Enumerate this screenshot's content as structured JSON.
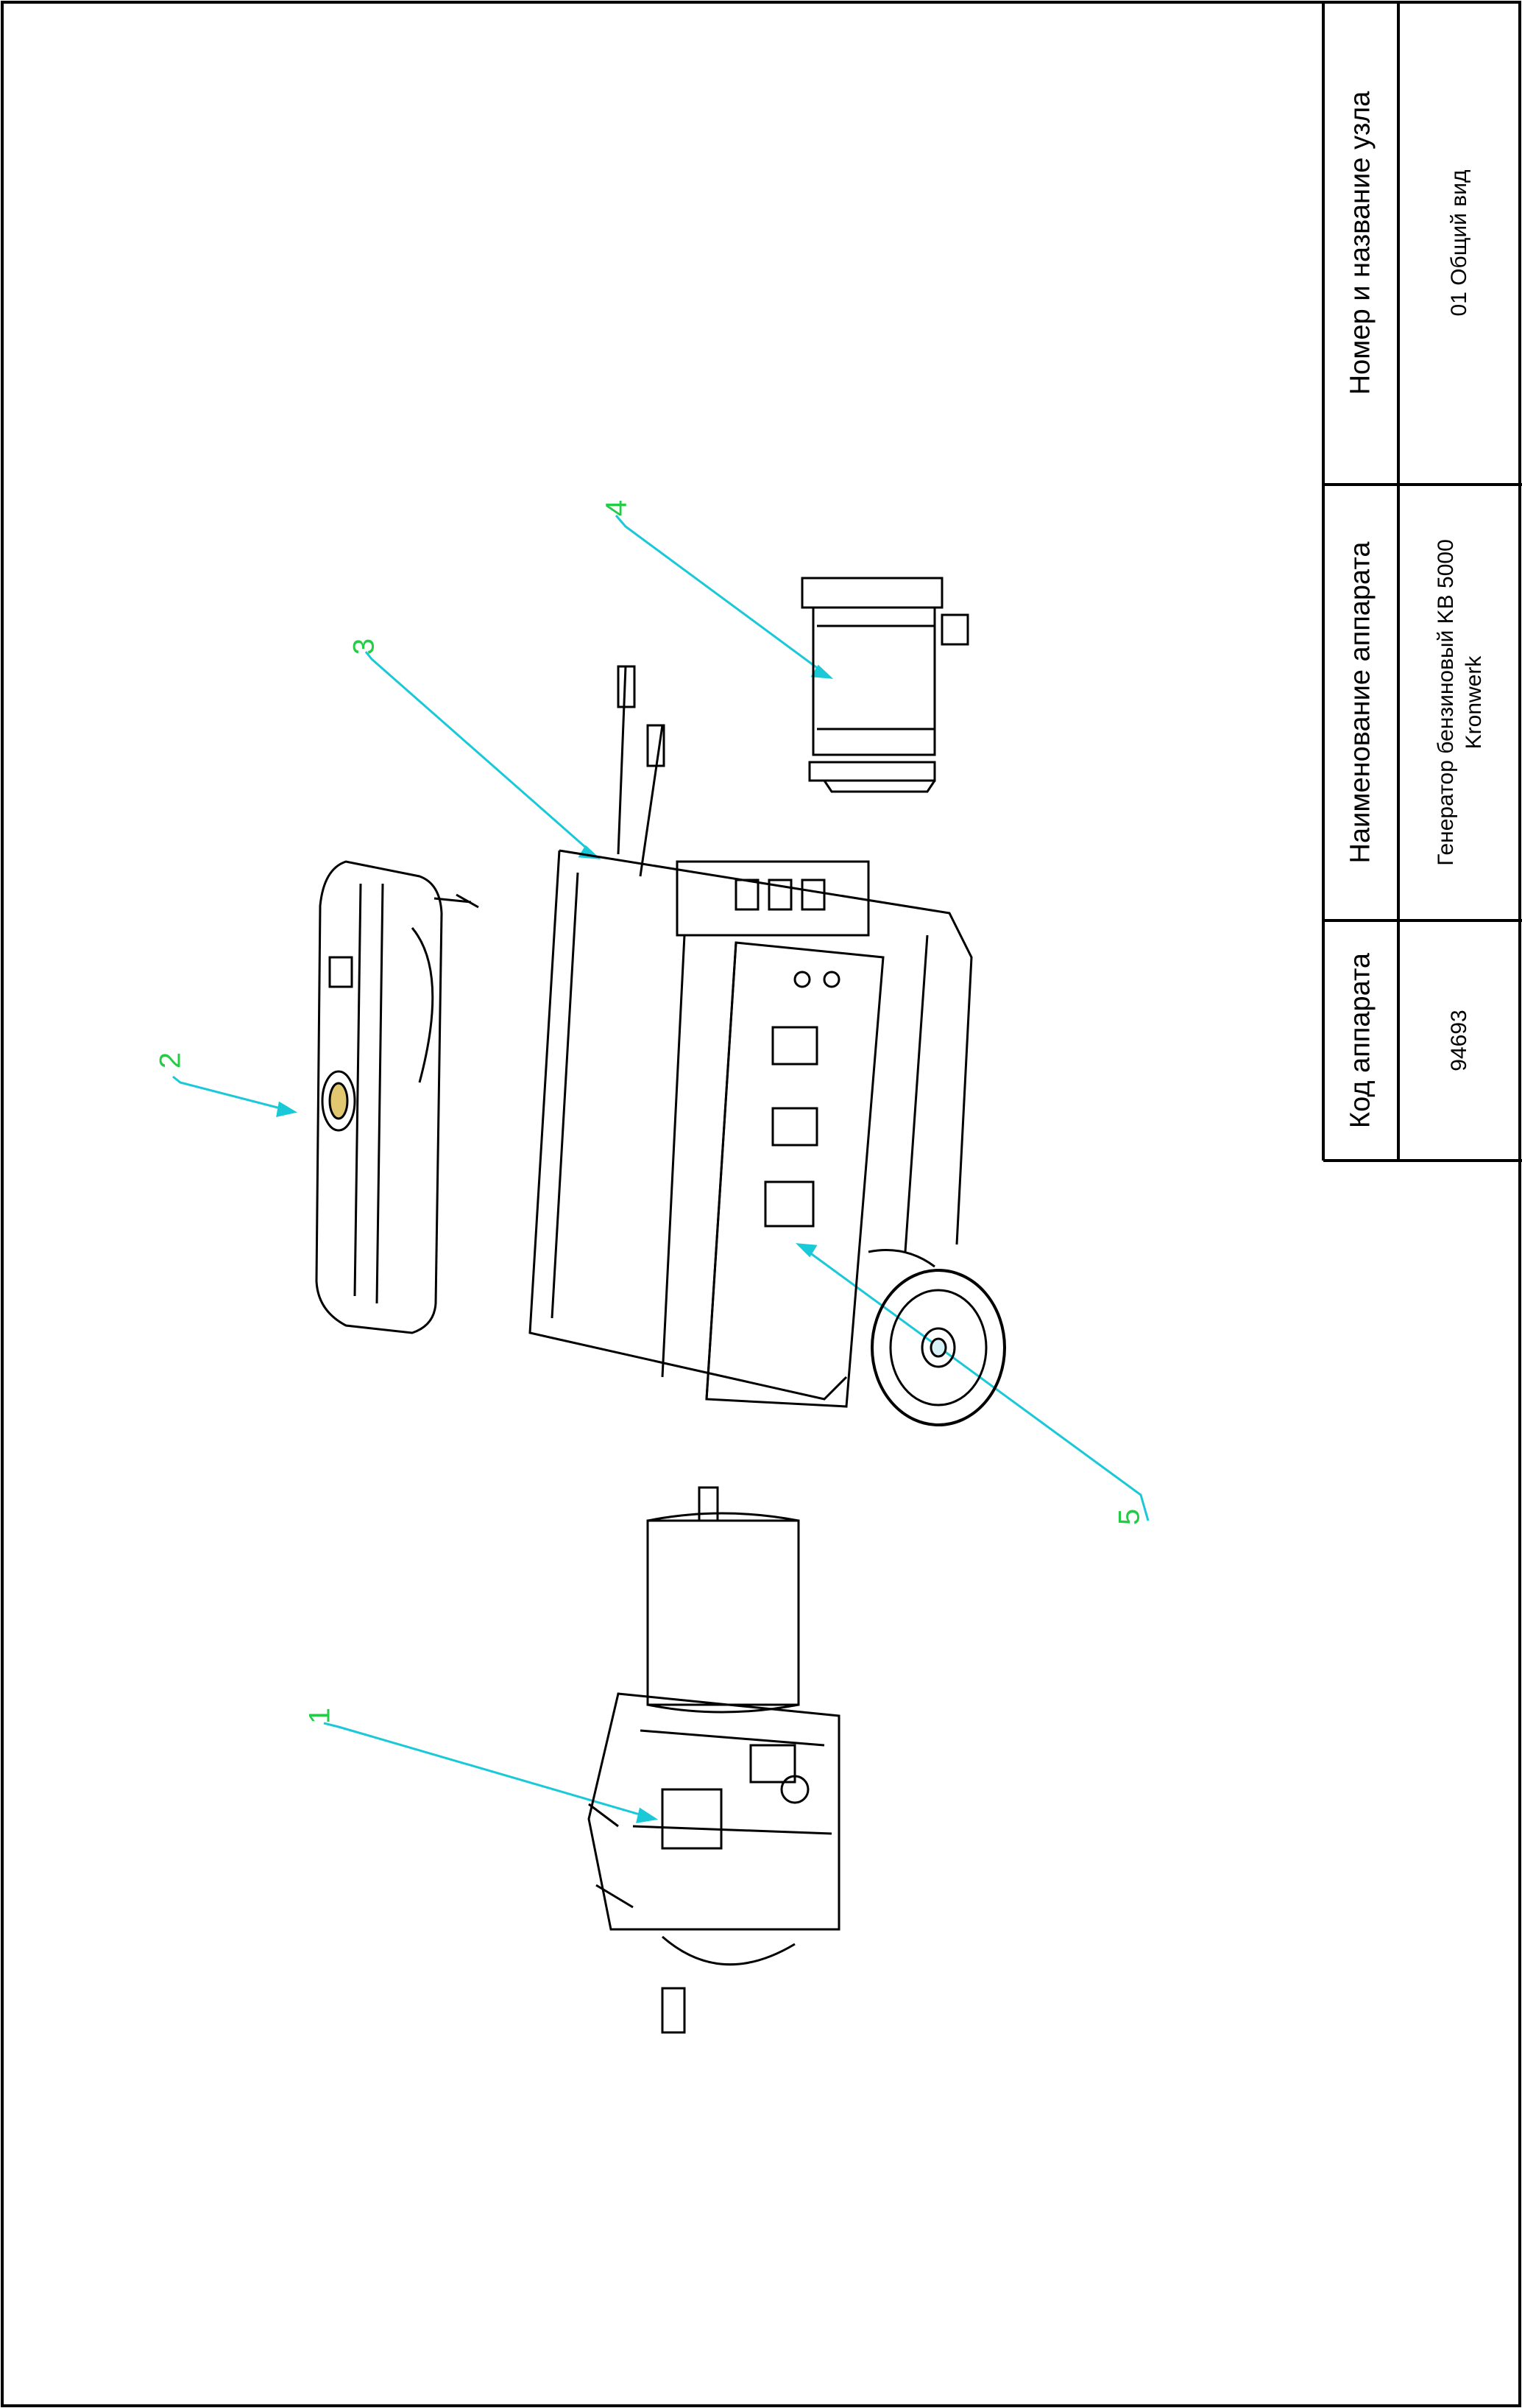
{
  "title_block": {
    "col_code": {
      "header": "Код аппарата",
      "value": "94693"
    },
    "col_name": {
      "header": "Наименование аппарата",
      "value_line1": "Генератор бензиновый KB 5000",
      "value_line2": "Kronwerk"
    },
    "col_unit": {
      "header": "Номер и название узла",
      "value": "01 Общий вид"
    }
  },
  "callouts": [
    "1",
    "2",
    "3",
    "4",
    "5"
  ],
  "colors": {
    "line": "#000000",
    "leader": "#19c9d8",
    "callout_text": "#22cc44"
  }
}
